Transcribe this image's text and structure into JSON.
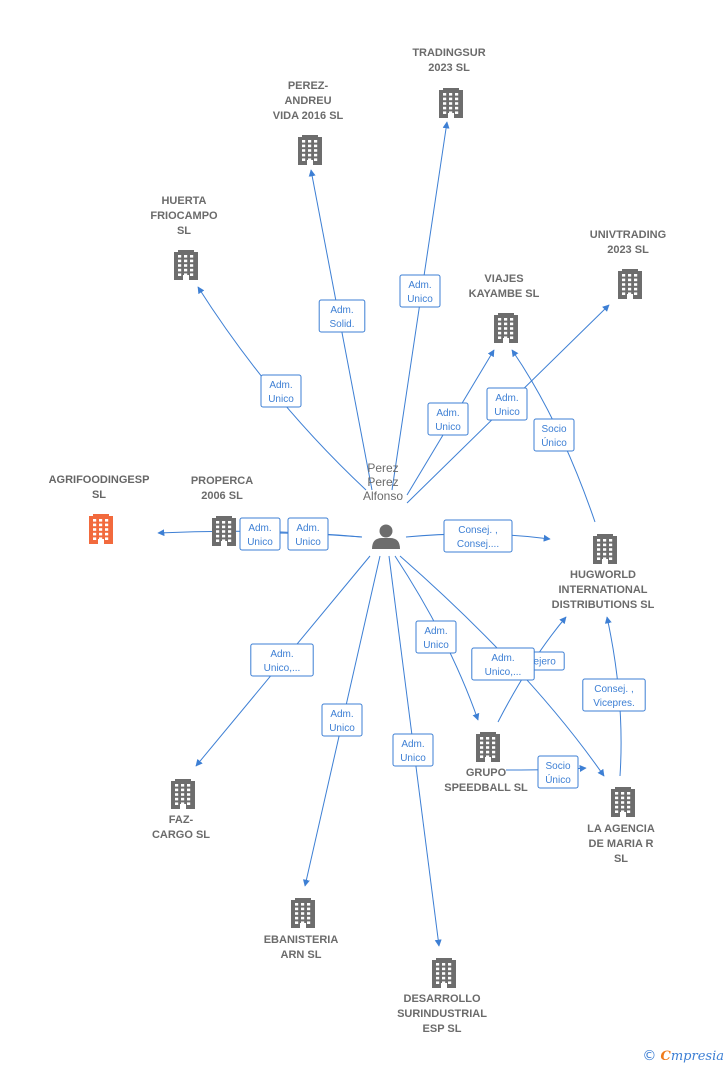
{
  "colors": {
    "edge": "#3d7fd4",
    "building": "#6d6d6d",
    "highlight": "#f26a3d"
  },
  "person": {
    "lines": [
      "Perez",
      "Perez",
      "Alfonso"
    ],
    "icon": "person-icon"
  },
  "companies": [
    {
      "id": "tradingsur",
      "lines": [
        "TRADINGSUR",
        "2023  SL"
      ]
    },
    {
      "id": "perez-andreu",
      "lines": [
        "PEREZ-",
        "ANDREU",
        "VIDA 2016  SL"
      ]
    },
    {
      "id": "huerta",
      "lines": [
        "HUERTA",
        "FRIOCAMPO",
        "SL"
      ]
    },
    {
      "id": "univtrading",
      "lines": [
        "UNIVTRADING",
        "2023  SL"
      ]
    },
    {
      "id": "viajes",
      "lines": [
        "VIAJES",
        "KAYAMBE  SL"
      ]
    },
    {
      "id": "agrifoodingesp",
      "lines": [
        "AGRIFOODINGESP",
        "SL"
      ],
      "highlight": true
    },
    {
      "id": "properca",
      "lines": [
        "PROPERCA",
        "2006  SL"
      ]
    },
    {
      "id": "hugworld",
      "lines": [
        "HUGWORLD",
        "INTERNATIONAL",
        "DISTRIBUTIONS SL"
      ]
    },
    {
      "id": "grupo",
      "lines": [
        "GRUPO",
        "SPEEDBALL SL"
      ]
    },
    {
      "id": "faz",
      "lines": [
        "FAZ-",
        "CARGO SL"
      ]
    },
    {
      "id": "agencia",
      "lines": [
        "LA AGENCIA",
        "DE MARIA R",
        "SL"
      ]
    },
    {
      "id": "ebanisteria",
      "lines": [
        "EBANISTERIA",
        "ARN  SL"
      ]
    },
    {
      "id": "desarrollo",
      "lines": [
        "DESARROLLO",
        "SURINDUSTRIAL",
        "ESP  SL"
      ]
    }
  ],
  "relations": [
    {
      "id": "to-tradingsur",
      "lines": [
        "Adm.",
        "Unico"
      ]
    },
    {
      "id": "to-perez-andreu",
      "lines": [
        "Adm.",
        "Solid."
      ]
    },
    {
      "id": "to-huerta",
      "lines": [
        "Adm.",
        "Unico"
      ]
    },
    {
      "id": "to-viajes",
      "lines": [
        "Adm.",
        "Unico"
      ]
    },
    {
      "id": "to-univtrading",
      "lines": [
        "Adm.",
        "Unico"
      ]
    },
    {
      "id": "hugworld-to-viajes",
      "lines": [
        "Socio",
        "Único"
      ]
    },
    {
      "id": "to-agrifoodingesp",
      "lines": [
        "Adm.",
        "Unico"
      ]
    },
    {
      "id": "to-properca",
      "lines": [
        "Adm.",
        "Unico"
      ]
    },
    {
      "id": "to-hugworld",
      "lines": [
        "Consej. ,",
        "Consej...."
      ]
    },
    {
      "id": "to-faz",
      "lines": [
        "Adm.",
        "Unico,..."
      ]
    },
    {
      "id": "to-ebanisteria",
      "lines": [
        "Adm.",
        "Unico"
      ]
    },
    {
      "id": "to-desarrollo",
      "lines": [
        "Adm.",
        "Unico"
      ]
    },
    {
      "id": "to-grupo",
      "lines": [
        "Adm.",
        "Unico"
      ]
    },
    {
      "id": "grupo-to-hugworld",
      "lines": [
        "Consejero"
      ]
    },
    {
      "id": "to-agencia",
      "lines": [
        "Adm.",
        "Unico,..."
      ]
    },
    {
      "id": "agencia-to-hugworld",
      "lines": [
        "Consej. ,",
        "Vicepres."
      ]
    },
    {
      "id": "grupo-to-agencia",
      "lines": [
        "Socio",
        "Único"
      ]
    }
  ],
  "footer": {
    "copyright": "©",
    "brand_first": "C",
    "brand_rest": "mpresia"
  }
}
